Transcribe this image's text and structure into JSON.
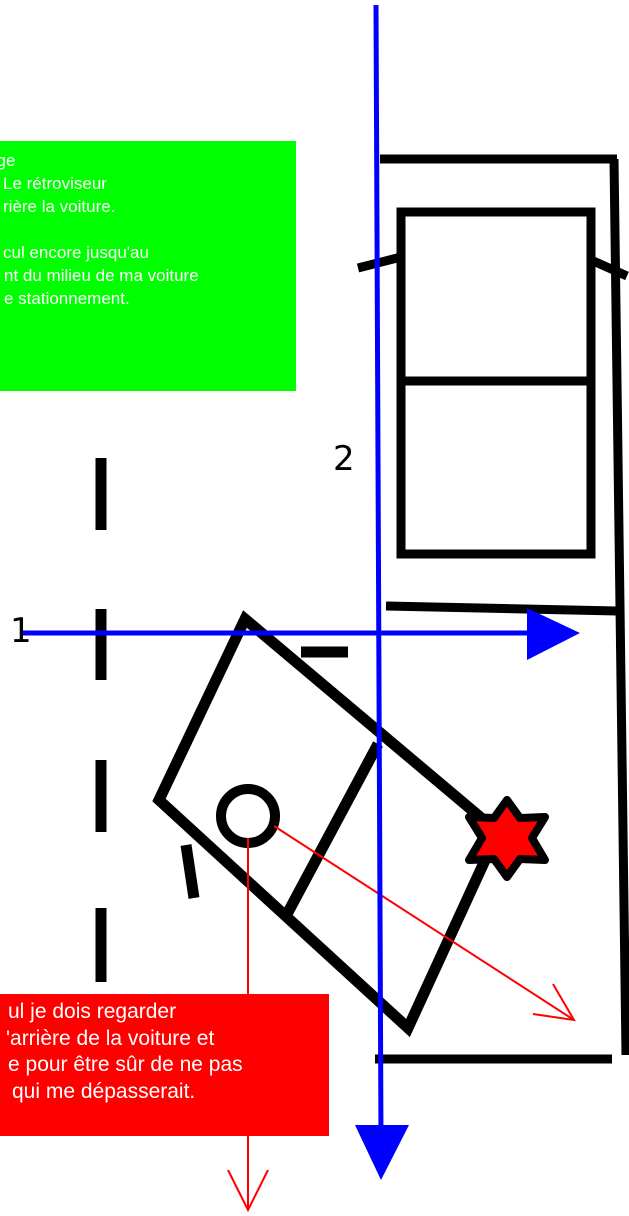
{
  "colors": {
    "arrow_blue": "#0000ff",
    "green_box": "#00ff00",
    "red_box": "#ff0000",
    "outline": "#000000",
    "impact_star": "#ff0000"
  },
  "icons": {
    "impact": "star-icon",
    "driver": "driver-head-icon"
  },
  "notes": {
    "green": [
      "e patinage",
      "Le rétroviseur",
      "rière la voiture.",
      "",
      "cul encore jusqu'au",
      "nt du milieu de ma voiture",
      "e stationnement."
    ],
    "red": [
      "ul je dois regarder",
      "'arrière de la voiture et",
      "e pour être sûr de ne pas",
      "qui me dépasserait."
    ]
  },
  "labels": {
    "one": "1",
    "two": "2"
  }
}
